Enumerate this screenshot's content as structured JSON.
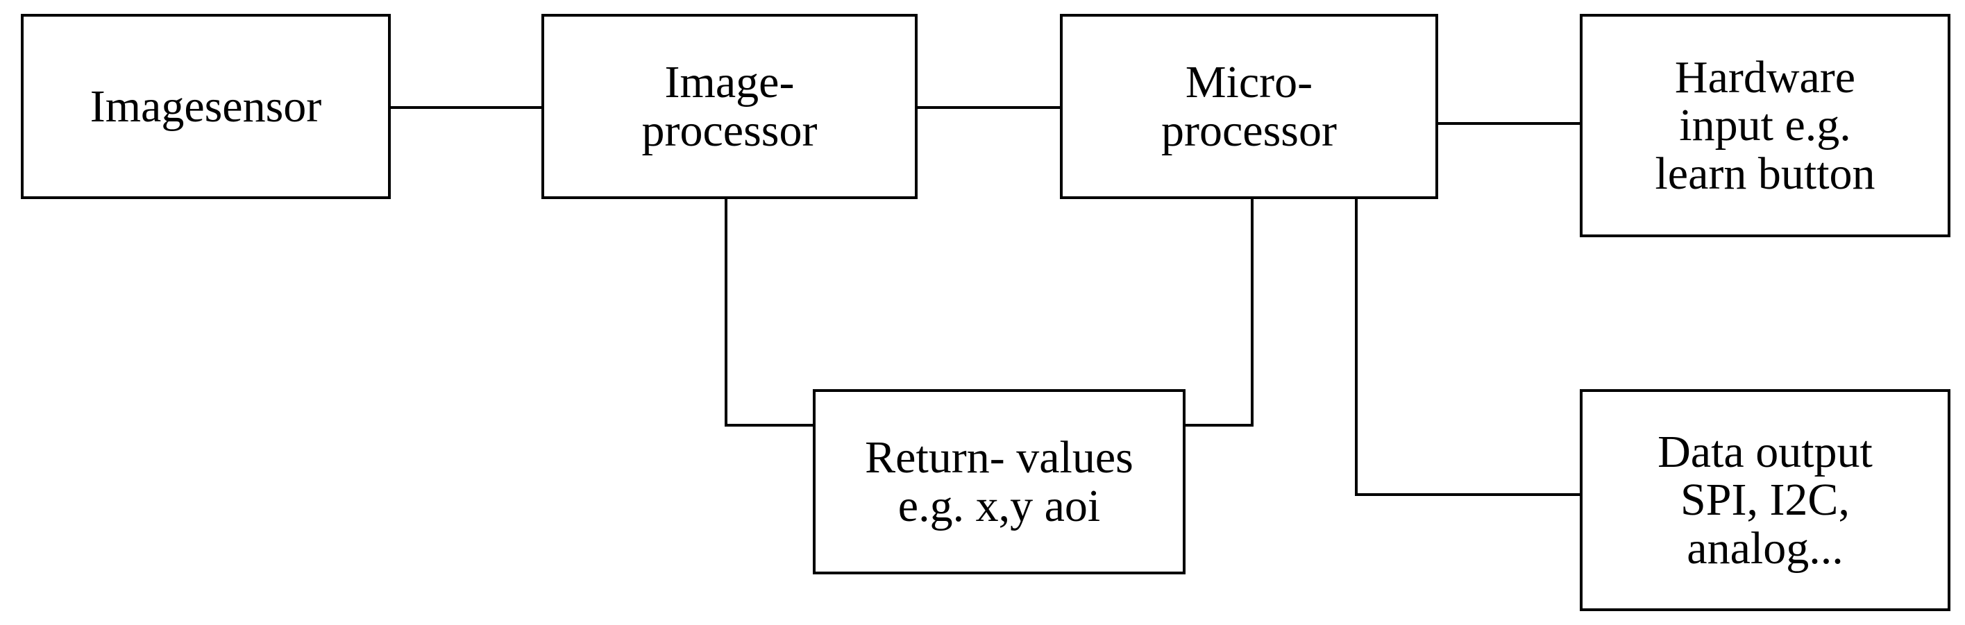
{
  "diagram": {
    "nodes": {
      "imagesensor": {
        "lines": [
          "Imagesensor"
        ]
      },
      "imageprocessor": {
        "lines": [
          "Image-",
          "processor"
        ]
      },
      "microprocessor": {
        "lines": [
          "Micro-",
          "processor"
        ]
      },
      "hardware_input": {
        "lines": [
          "Hardware",
          "input e.g.",
          "learn button"
        ]
      },
      "return_values": {
        "lines": [
          "Return- values",
          "e.g. x,y aoi"
        ]
      },
      "data_output": {
        "lines": [
          "Data output",
          "SPI, I2C,",
          "analog..."
        ]
      }
    },
    "edges": [
      {
        "from": "imagesensor",
        "to": "imageprocessor"
      },
      {
        "from": "imageprocessor",
        "to": "microprocessor"
      },
      {
        "from": "microprocessor",
        "to": "hardware_input"
      },
      {
        "from": "imageprocessor",
        "to": "return_values"
      },
      {
        "from": "return_values",
        "to": "microprocessor"
      },
      {
        "from": "microprocessor",
        "to": "data_output"
      }
    ],
    "line_color": "#000000",
    "box_border_color": "#000000",
    "background_color": "#ffffff"
  }
}
